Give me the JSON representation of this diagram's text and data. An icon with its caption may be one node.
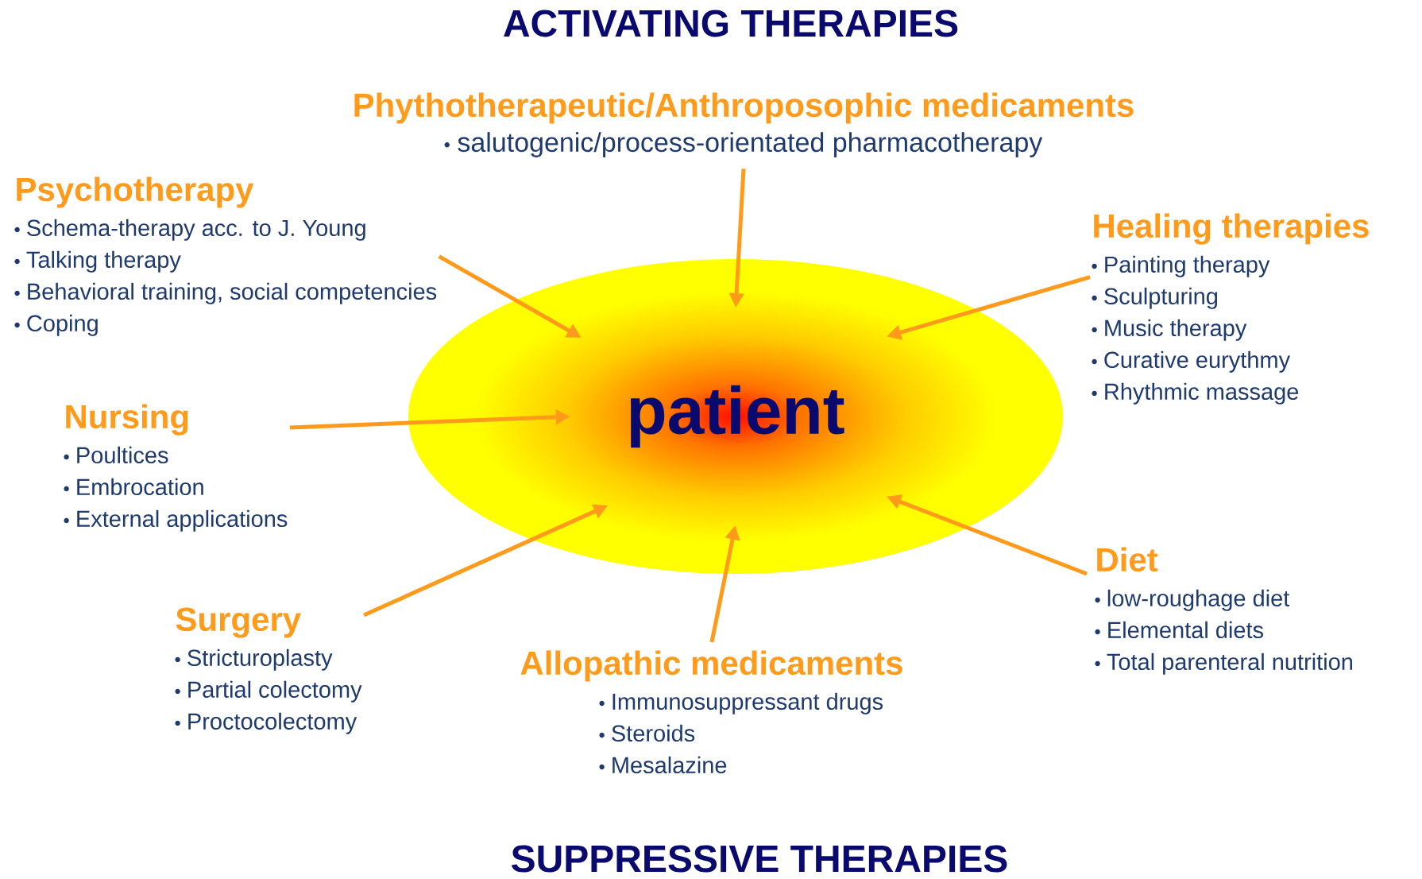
{
  "diagram": {
    "title": "ACTIVATING THERAPIES",
    "nodes": [
      {
        "text": [
          "patient"
        ]
      },
      {
        "text": [
          "Phythotherapeutic/Anthroposophic medicaments",
          "salutogenic/process-orientated pharmacotherapy"
        ]
      },
      {
        "text": [
          "Psychotherapy",
          "Schema-therapy acc. to J. Young",
          "Talking therapy",
          "Behavioral training, social competencies",
          "Coping"
        ]
      },
      {
        "text": [
          "Healing therapies",
          "Painting therapy",
          "Sculpturing",
          "Music therapy",
          "Curative eurythmy",
          "Rhythmic massage"
        ]
      },
      {
        "text": [
          "Nursing",
          "Poultices",
          "Embrocation",
          "External applications"
        ]
      },
      {
        "text": [
          "Surgery",
          "Stricturoplasty",
          "Partial colectomy",
          "Proctocolectomy"
        ]
      },
      {
        "text": [
          "Allopathic medicaments",
          "Immunosuppressant drugs",
          "Steroids",
          "Mesalazine"
        ]
      },
      {
        "text": [
          "Diet",
          "low-roughage diet",
          "Elemental diets",
          "Total parenteral nutrition"
        ]
      }
    ],
    "edges": [
      {
        "from": 1,
        "to": 0,
        "arrow": "to"
      },
      {
        "from": 2,
        "to": 0,
        "arrow": "to"
      },
      {
        "from": 3,
        "to": 0,
        "arrow": "to"
      },
      {
        "from": 4,
        "to": 0,
        "arrow": "to"
      },
      {
        "from": 5,
        "to": 0,
        "arrow": "to"
      },
      {
        "from": 6,
        "to": 0,
        "arrow": "to"
      },
      {
        "from": 7,
        "to": 0,
        "arrow": "to"
      }
    ],
    "labels": [
      "SUPPRESSIVE THERAPIES"
    ]
  }
}
